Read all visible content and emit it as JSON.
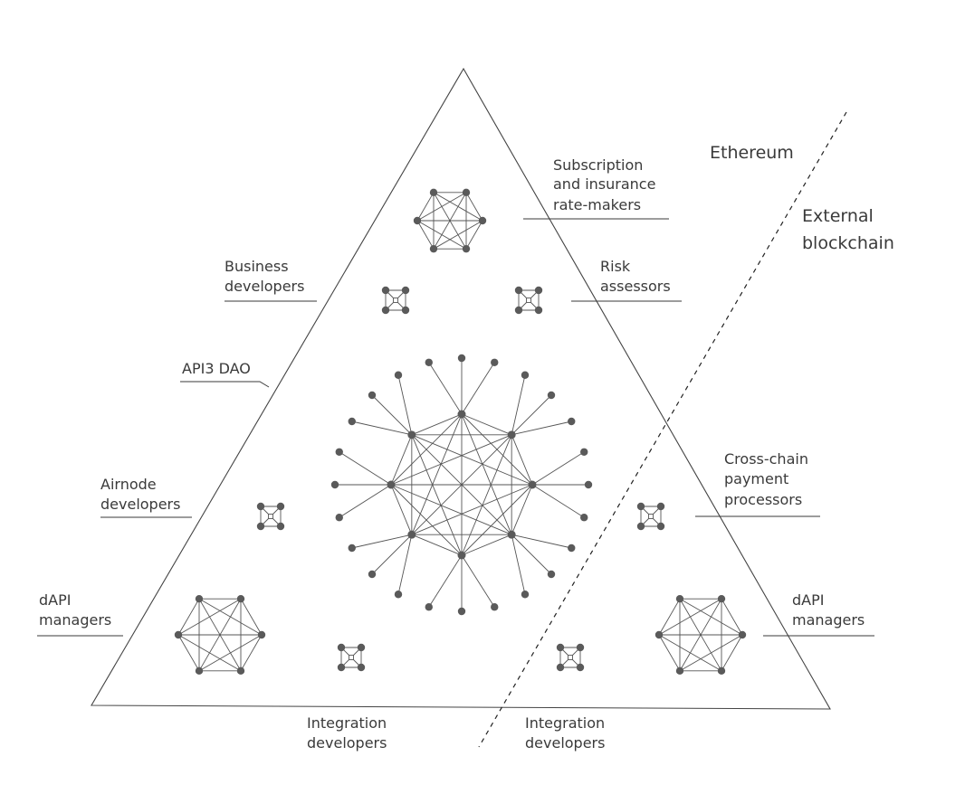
{
  "labels": {
    "ethereum": "Ethereum",
    "external_1": "External",
    "external_2": "blockchain",
    "subscription_1": "Subscription",
    "subscription_2": "and insurance",
    "subscription_3": "rate-makers",
    "business_1": "Business",
    "business_2": "developers",
    "risk_1": "Risk",
    "risk_2": "assessors",
    "api3_dao": "API3 DAO",
    "airnode_1": "Airnode",
    "airnode_2": "developers",
    "crosschain_1": "Cross-chain",
    "crosschain_2": "payment",
    "crosschain_3": "processors",
    "dapi_left_1": "dAPI",
    "dapi_left_2": "managers",
    "dapi_right_1": "dAPI",
    "dapi_right_2": "managers",
    "integration_left_1": "Integration",
    "integration_left_2": "developers",
    "integration_right_1": "Integration",
    "integration_right_2": "developers"
  },
  "colors": {
    "text": "#3a3a3a",
    "node": "#5a5a5a",
    "edge": "#555555"
  }
}
